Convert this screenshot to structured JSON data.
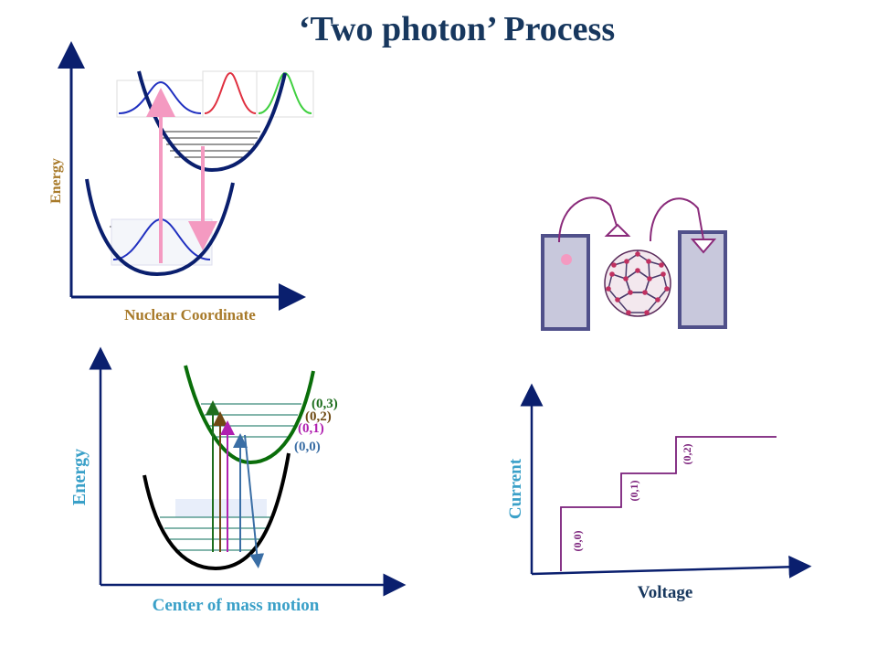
{
  "title": "‘Two photon’ Process",
  "colors": {
    "title": "#17375e",
    "axis_label_top": "#a87a2a",
    "axis_label_bottom": "#3aa0c8",
    "potential": "#0a1f6e",
    "photon_arrow": "#f49ac1",
    "wavepacket_blue": "#2030c0",
    "wavepacket_red": "#e03040",
    "wavepacket_green": "#40d040",
    "electrode_fill": "#c8c8dc",
    "electrode_stroke": "#50508a",
    "hop_arrow": "#8a2a7a",
    "molecule": "#c03060",
    "trap_outer": "#000000",
    "trap_inner": "#0a6e0a",
    "step_line": "#7a1f7a",
    "current_label": "#3aa0c8",
    "voltage_label": "#17375e"
  },
  "top_diagram": {
    "y_label": "Energy",
    "x_label": "Nuclear Coordinate"
  },
  "bottom_diagram": {
    "y_label": "Energy",
    "x_label": "Center of mass motion",
    "levels": [
      {
        "label": "(0,3)",
        "color": "#1e6e1e"
      },
      {
        "label": "(0,2)",
        "color": "#6e4a14"
      },
      {
        "label": "(0,1)",
        "color": "#b020b0"
      },
      {
        "label": "(0,0)",
        "color": "#3a6ea5"
      }
    ]
  },
  "iv_plot": {
    "y_label": "Current",
    "x_label": "Voltage",
    "step_labels": [
      "(0,0)",
      "(0,1)",
      "(0,2)"
    ]
  }
}
